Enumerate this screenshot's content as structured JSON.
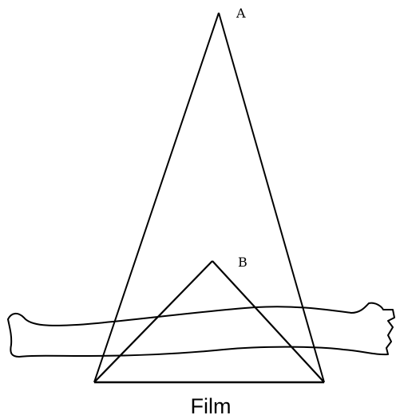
{
  "labels": {
    "source_a": "A",
    "source_b": "B",
    "film": "Film"
  },
  "colors": {
    "line": "#000000",
    "background": "#ffffff"
  }
}
